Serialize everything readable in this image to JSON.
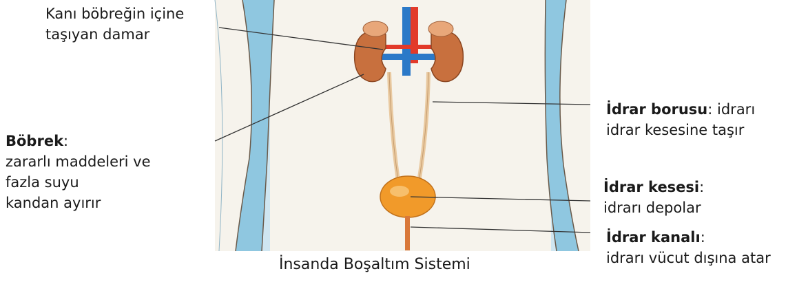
{
  "labels": {
    "artery": [
      "Kanı böbreğin içine",
      "taşıyan damar"
    ],
    "kidney": {
      "term": "Böbrek",
      "sep": ":",
      "lines": [
        "zararlı maddeleri ve",
        "fazla suyu",
        "kandan ayırır"
      ]
    },
    "ureter": {
      "term": "İdrar borusu",
      "sep": ":",
      "rest": " idrarı",
      "lines": [
        "idrar kesesine taşır"
      ]
    },
    "bladder": {
      "term": "İdrar kesesi",
      "sep": ":",
      "lines": [
        "idrarı depolar"
      ]
    },
    "urethra": {
      "term": "İdrar kanalı",
      "sep": ":",
      "lines": [
        "idrarı vücut dışına atar"
      ]
    }
  },
  "caption": "İnsanda Boşaltım Sistemi",
  "colors": {
    "background_blue": "#cfe6f1",
    "body_blue_stripe": "#8fc7e0",
    "body_skin": "#f6f3ec",
    "kidney": "#c8703e",
    "adrenal": "#e8a77a",
    "artery": "#e23a2a",
    "vein": "#2b79c8",
    "bladder": "#f19a2a",
    "ureter": "#e9c9a0",
    "leader_line": "#333333"
  }
}
